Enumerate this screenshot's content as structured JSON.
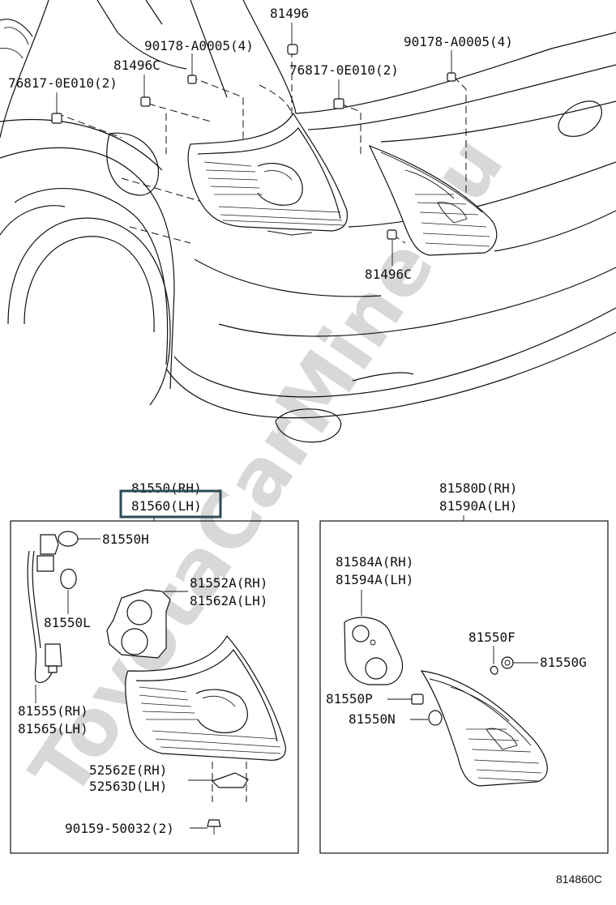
{
  "diagram": {
    "labels": {
      "p81496": "81496",
      "p90178_left": "90178-A0005(4)",
      "p90178_right": "90178-A0005(4)",
      "p81496C_top": "81496C",
      "p76817_left": "76817-0E010(2)",
      "p76817_right": "76817-0E010(2)",
      "p81496C_bottom": "81496C",
      "p81550_rh": "81550(RH)",
      "p81560_lh": "81560(LH)",
      "p81580D": "81580D(RH)",
      "p81590A": "81590A(LH)",
      "p81550H": "81550H",
      "p81550L": "81550L",
      "p81552A": "81552A(RH)",
      "p81562A": "81562A(LH)",
      "p81555": "81555(RH)",
      "p81565": "81565(LH)",
      "p52562E": "52562E(RH)",
      "p52563D": "52563D(LH)",
      "p90159": "90159-50032(2)",
      "p81584A": "81584A(RH)",
      "p81594A": "81594A(LH)",
      "p81550F": "81550F",
      "p81550G": "81550G",
      "p81550P": "81550P",
      "p81550N": "81550N"
    },
    "diagram_code": "814860C",
    "watermark": "ToyotaCarMine.ru"
  }
}
